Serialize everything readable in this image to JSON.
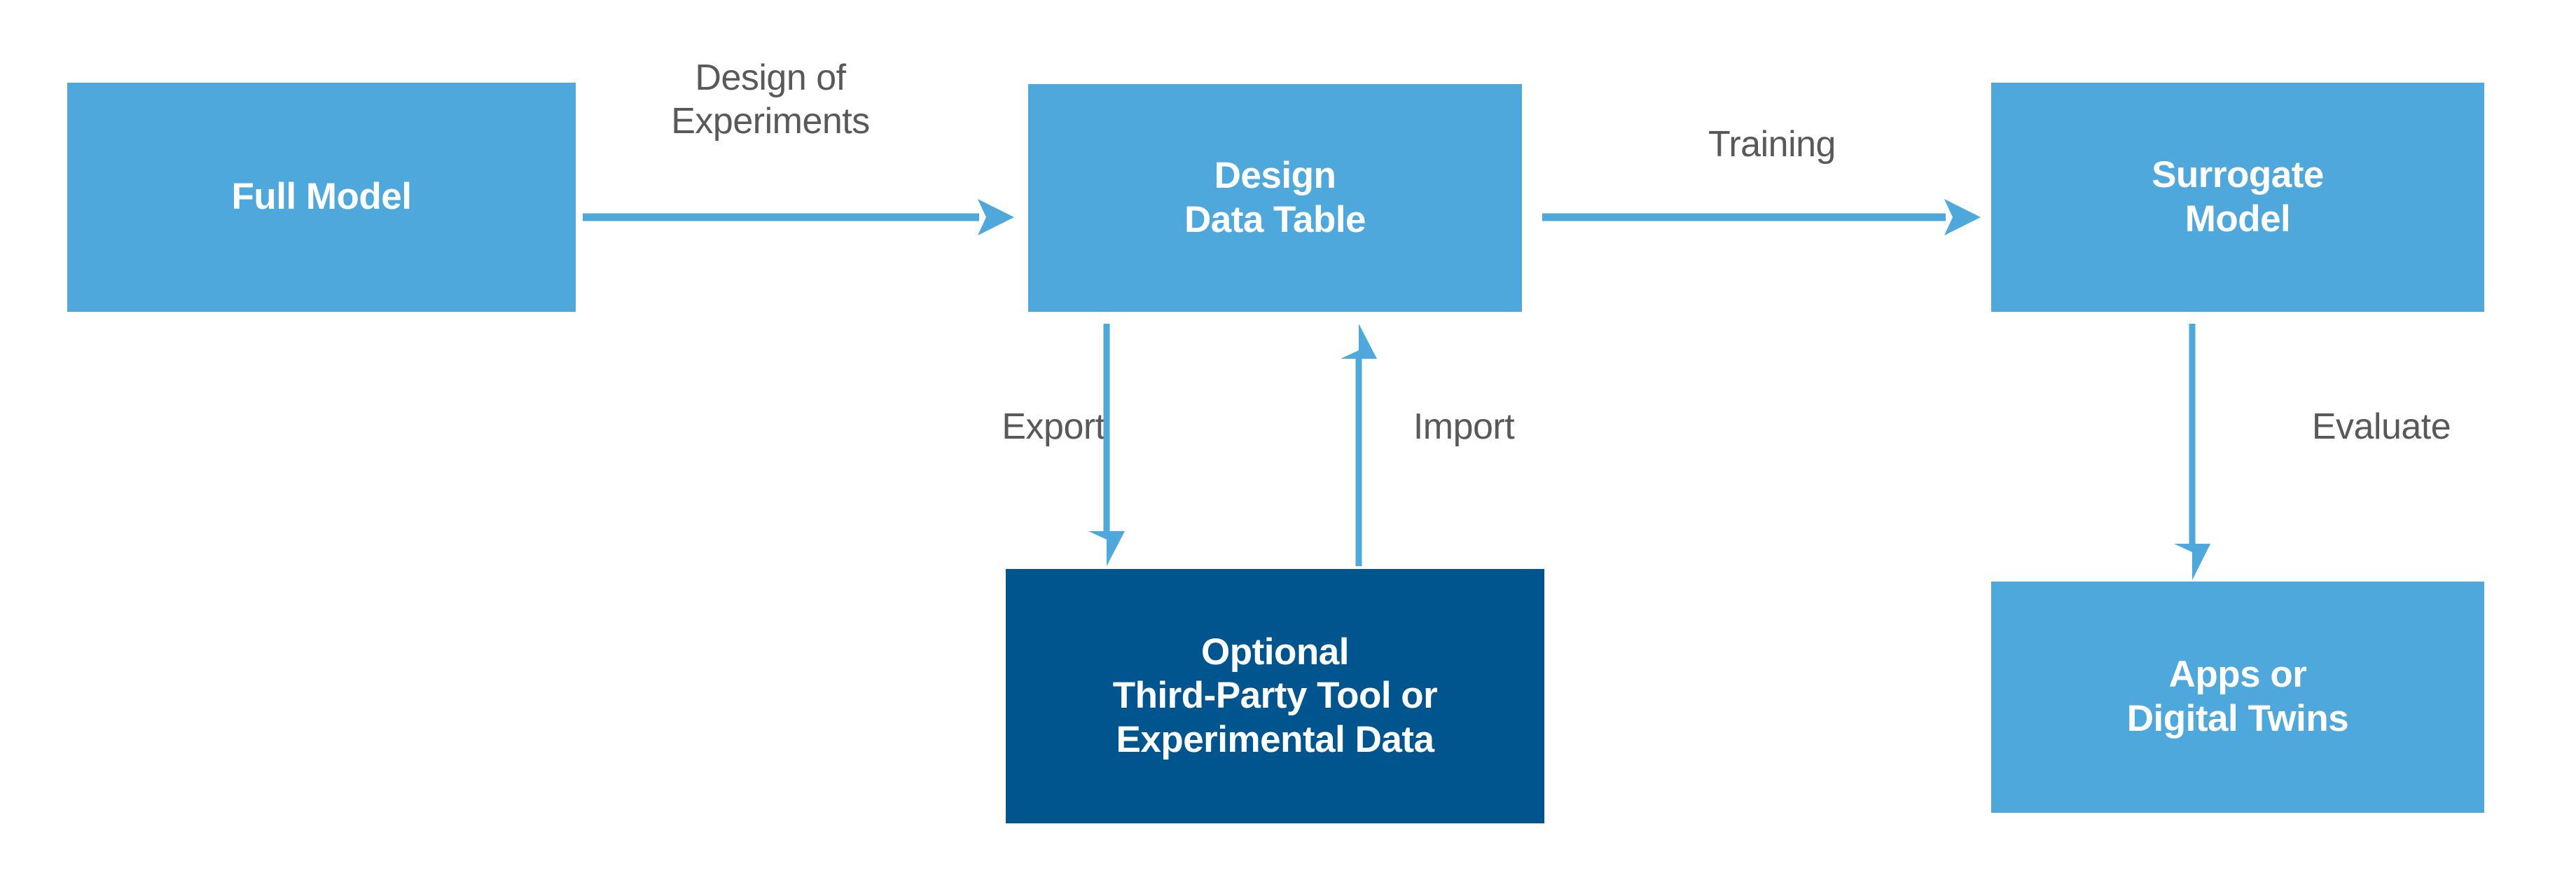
{
  "diagram": {
    "title": "Surrogate modeling workflow",
    "colors": {
      "node_light_blue": "#4EA8DB",
      "node_dark_blue": "#01558F",
      "arrow_blue": "#4EA8DB",
      "label_text": "#58595B",
      "node_text": "#FFFFFF",
      "background": "#FFFFFF"
    },
    "nodes": [
      {
        "id": "full-model",
        "label": "Full Model",
        "style": "light"
      },
      {
        "id": "design-table",
        "label": "Design\nData Table",
        "style": "light"
      },
      {
        "id": "surrogate",
        "label": "Surrogate\nModel",
        "style": "light"
      },
      {
        "id": "optional-tool",
        "label": "Optional\nThird-Party Tool or\nExperimental Data",
        "style": "dark"
      },
      {
        "id": "apps-twins",
        "label": "Apps or\nDigital Twins",
        "style": "light"
      }
    ],
    "edges": [
      {
        "id": "doe",
        "label": "Design of\nExperiments",
        "from": "full-model",
        "to": "design-table",
        "direction": "right"
      },
      {
        "id": "training",
        "label": "Training",
        "from": "design-table",
        "to": "surrogate",
        "direction": "right"
      },
      {
        "id": "export",
        "label": "Export",
        "from": "design-table",
        "to": "optional-tool",
        "direction": "down"
      },
      {
        "id": "import",
        "label": "Import",
        "from": "optional-tool",
        "to": "design-table",
        "direction": "up"
      },
      {
        "id": "evaluate",
        "label": "Evaluate",
        "from": "surrogate",
        "to": "apps-twins",
        "direction": "down"
      }
    ]
  }
}
